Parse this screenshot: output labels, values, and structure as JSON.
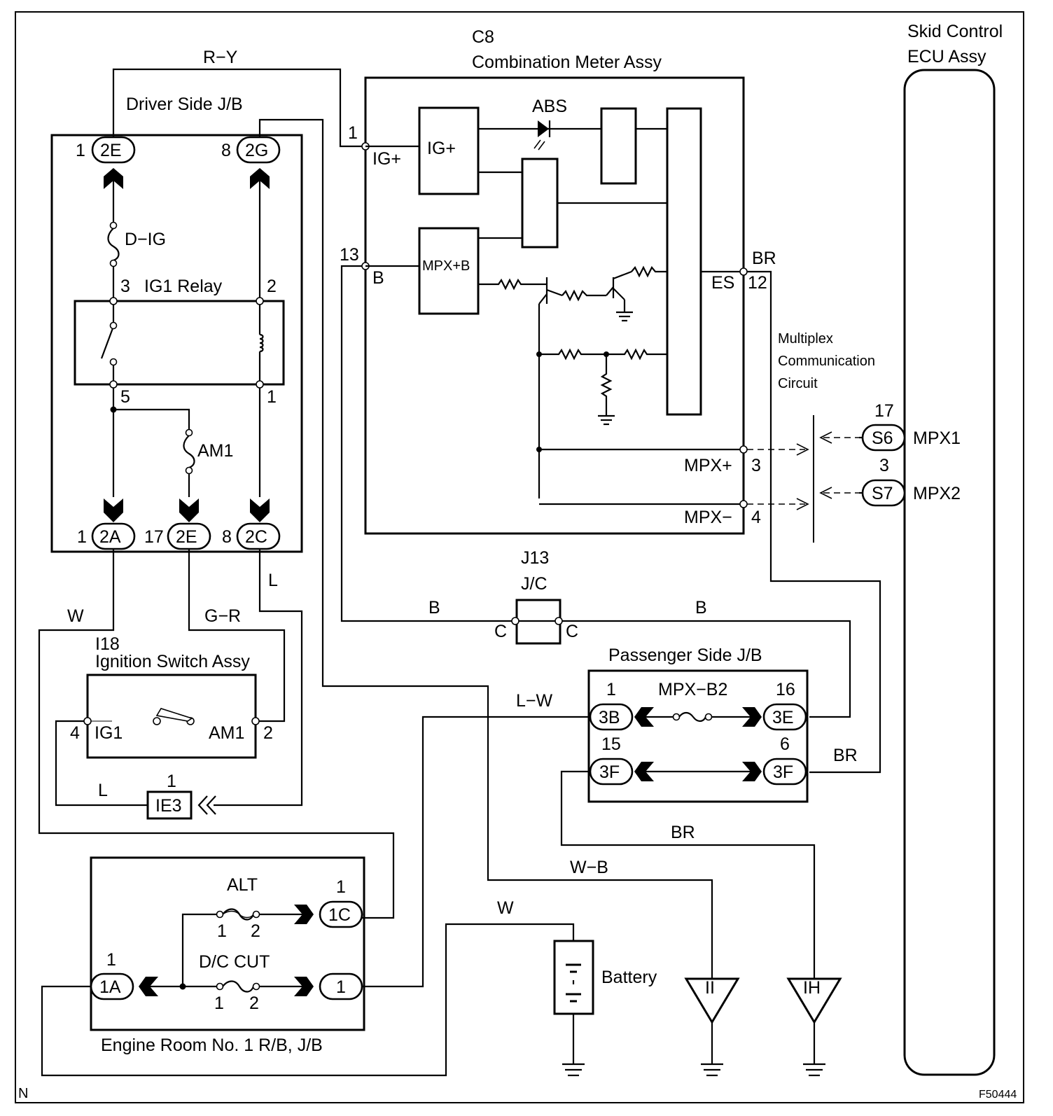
{
  "frame": {
    "corner_left": "N",
    "figure_code": "F50444"
  },
  "ecu": {
    "title_line1": "Skid Control",
    "title_line2": "ECU Assy",
    "pin_s6": "S6",
    "pin_s7": "S7",
    "pin_s6_num": "17",
    "pin_s7_num": "3",
    "mpx1": "MPX1",
    "mpx2": "MPX2"
  },
  "meter": {
    "code": "C8",
    "name": "Combination Meter Assy",
    "ig_block": "IG+",
    "mpxb_block": "MPX+B",
    "abs": "ABS",
    "pin_ig": "IG+",
    "pin_ig_num": "1",
    "pin_b": "B",
    "pin_b_num": "13",
    "pin_es": "ES",
    "pin_es_num": "12",
    "pin_mpxp": "MPX+",
    "pin_mpxp_num": "3",
    "pin_mpxm": "MPX−",
    "pin_mpxm_num": "4"
  },
  "comm": {
    "line1": "Multiplex",
    "line2": "Communication",
    "line3": "Circuit"
  },
  "driver_jb": {
    "title": "Driver Side J/B",
    "c2e_top": "2E",
    "c2e_top_num": "1",
    "c2g": "2G",
    "c2g_num": "8",
    "d_ig": "D−IG",
    "relay": "IG1 Relay",
    "relay_p3": "3",
    "relay_p2": "2",
    "relay_p5": "5",
    "relay_p1": "1",
    "am1": "AM1",
    "c2a": "2A",
    "c2a_num": "1",
    "c2e_bot": "2E",
    "c2e_bot_num": "17",
    "c2c": "2C",
    "c2c_num": "8"
  },
  "ignition": {
    "code": "I18",
    "name": "Ignition Switch Assy",
    "ig1": "IG1",
    "am1": "AM1",
    "pin4": "4",
    "pin2": "2"
  },
  "ie3": {
    "label": "IE3",
    "num": "1"
  },
  "jc": {
    "code": "J13",
    "name": "J/C",
    "pin_left": "C",
    "pin_right": "C"
  },
  "pass_jb": {
    "title": "Passenger Side J/B",
    "fuse": "MPX−B2",
    "c3b": "3B",
    "c3b_num": "1",
    "c3e": "3E",
    "c3e_num": "16",
    "c3f_left": "3F",
    "c3f_left_num": "15",
    "c3f_right": "3F",
    "c3f_right_num": "6"
  },
  "engine_rb": {
    "title": "Engine Room No. 1 R/B, J/B",
    "alt": "ALT",
    "alt_p1": "1",
    "alt_p2": "2",
    "dc_cut": "D/C CUT",
    "dc_p1": "1",
    "dc_p2": "2",
    "c1a": "1A",
    "c1a_num": "1",
    "c1c": "1C",
    "c1c_num": "1",
    "c1": "1"
  },
  "battery": {
    "label": "Battery"
  },
  "grounds": {
    "ii": "II",
    "ih": "IH"
  },
  "wires": {
    "r_y": "R−Y",
    "w_left": "W",
    "g_r": "G−R",
    "l_top": "L",
    "l_left": "L",
    "b_left": "B",
    "b_right": "B",
    "l_w": "L−W",
    "br_right": "BR",
    "br_mid": "BR",
    "br_meter": "BR",
    "w_b": "W−B",
    "w_batt": "W"
  }
}
